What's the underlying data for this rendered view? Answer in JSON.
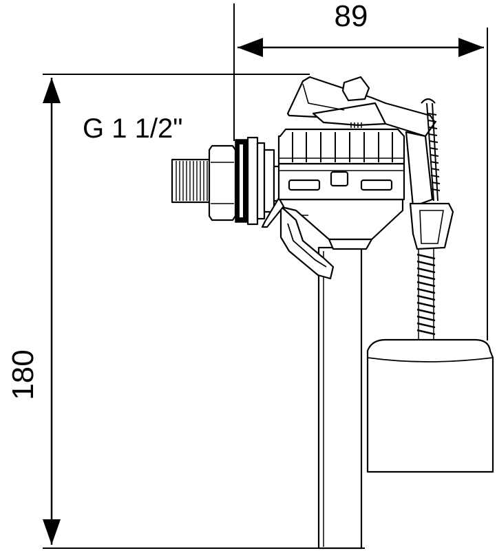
{
  "drawing": {
    "line_color": "#000000",
    "background": "#ffffff",
    "dimensions": {
      "width_label": "89",
      "height_label": "180",
      "thread_label": "G 1 1/2\""
    },
    "icons": [
      "float-valve-icon",
      "dimension-arrow-icon"
    ]
  }
}
